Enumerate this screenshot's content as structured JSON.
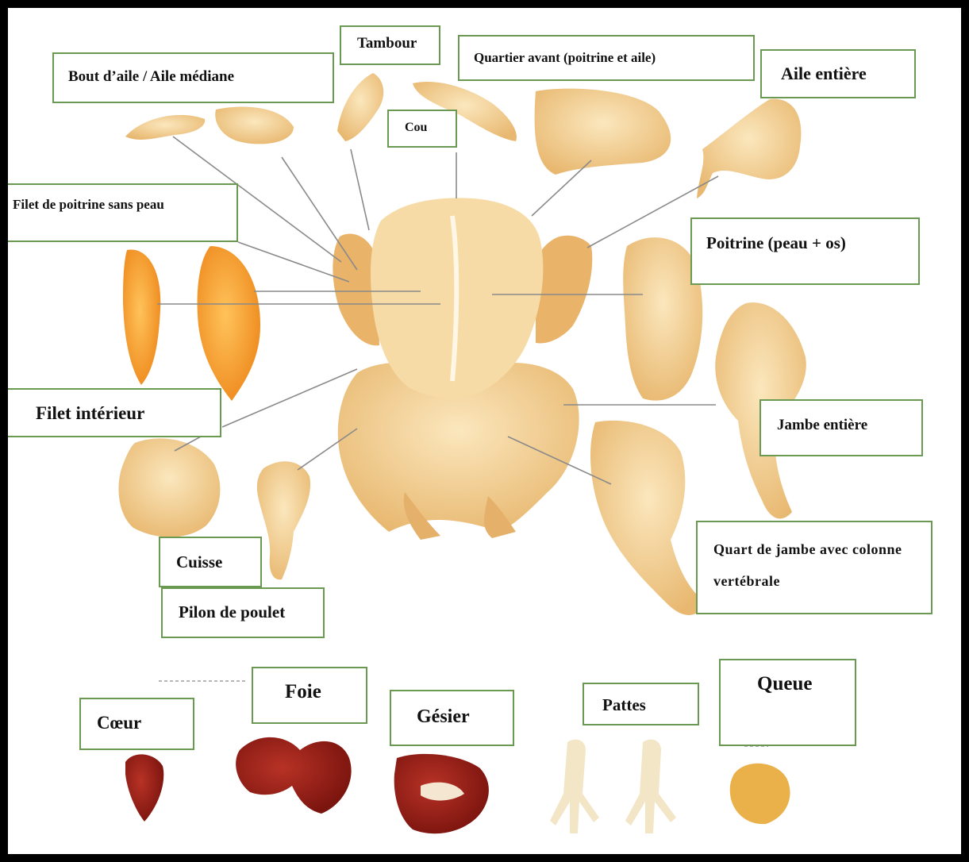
{
  "labels": {
    "tambour": "Tambour",
    "bout_aile": "Bout d’aile / Aile médiane",
    "quartier_avant": "Quartier avant (poitrine et aile)",
    "aile_entiere": "Aile entière",
    "cou": "Cou",
    "filet_poitrine": "Filet de poitrine sans peau",
    "poitrine": "Poitrine (peau + os)",
    "filet_interieur": "Filet intérieur",
    "jambe_entiere": "Jambe entière",
    "quart_jambe": "Quart de jambe avec colonne vertébrale",
    "cuisse": "Cuisse",
    "pilon": "Pilon de poulet",
    "coeur": "Cœur",
    "foie": "Foie",
    "gesier": "Gésier",
    "pattes": "Pattes",
    "queue": "Queue"
  },
  "colors": {
    "label_border": "#6a9a52",
    "skin": "#f3d49a",
    "fillet": "#f39a2e",
    "organ": "#9c1f16",
    "leader": "#8a8a8a"
  }
}
